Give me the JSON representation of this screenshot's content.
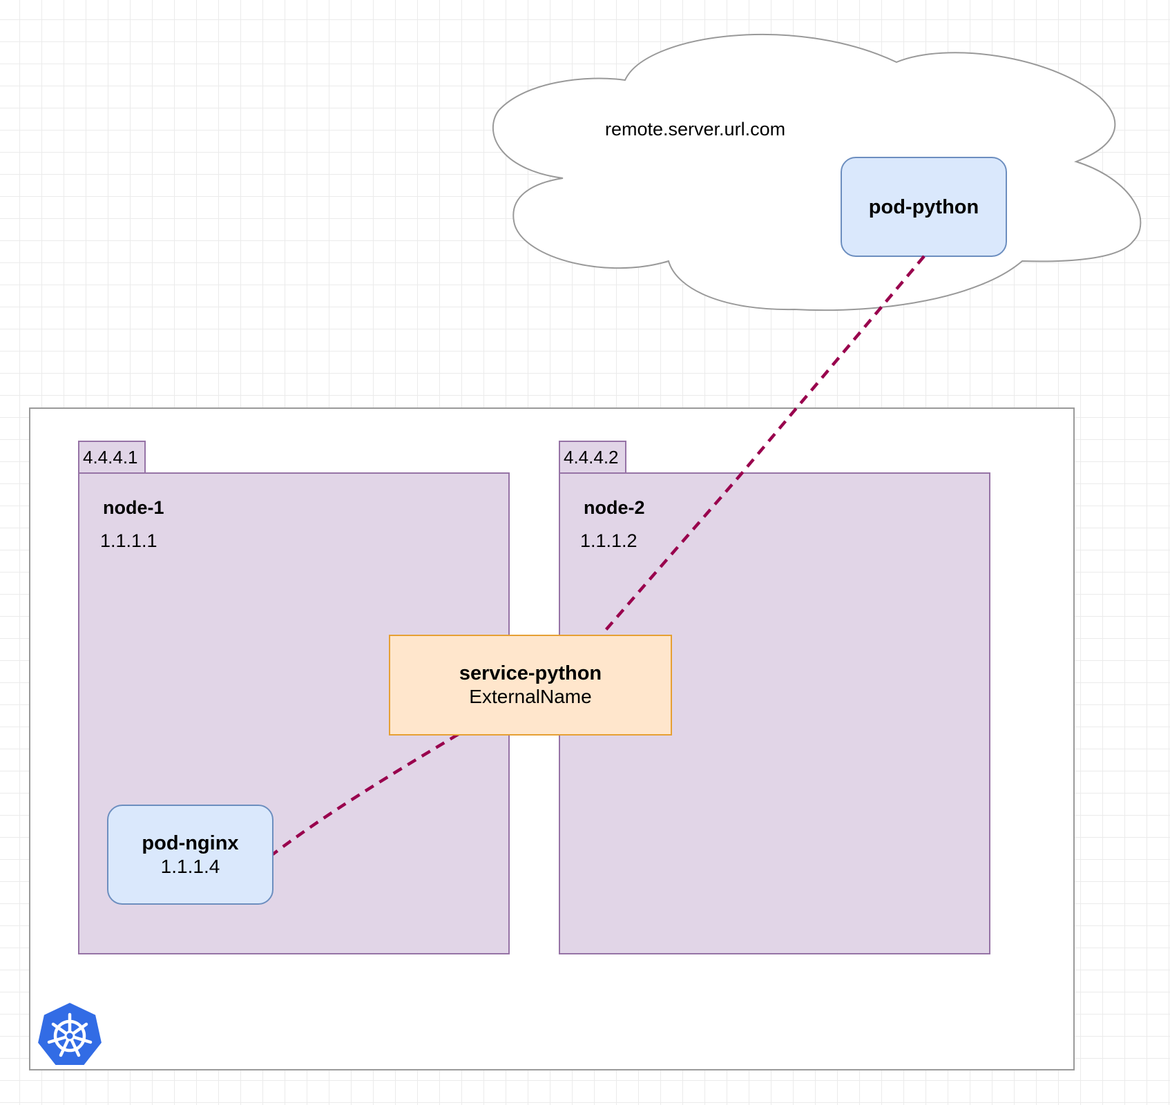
{
  "cloud": {
    "label": "remote.server.url.com"
  },
  "pods": {
    "python": {
      "name": "pod-python"
    },
    "nginx": {
      "name": "pod-nginx",
      "ip": "1.1.1.4"
    }
  },
  "nodes": [
    {
      "tab": "4.4.4.1",
      "name": "node-1",
      "ip": "1.1.1.1"
    },
    {
      "tab": "4.4.4.2",
      "name": "node-2",
      "ip": "1.1.1.2"
    }
  ],
  "service": {
    "name": "service-python",
    "type": "ExternalName"
  },
  "colors": {
    "grid": "#ebebeb",
    "node_fill": "#e1d5e7",
    "node_stroke": "#9673a6",
    "pod_fill": "#dae8fc",
    "pod_stroke": "#6c8ebf",
    "service_fill": "#ffe6cc",
    "service_stroke": "#e6a033",
    "connector": "#99004d",
    "kubernetes_logo": "#326ce5"
  },
  "icons": {
    "cluster_logo": "kubernetes-helm-wheel-icon"
  }
}
